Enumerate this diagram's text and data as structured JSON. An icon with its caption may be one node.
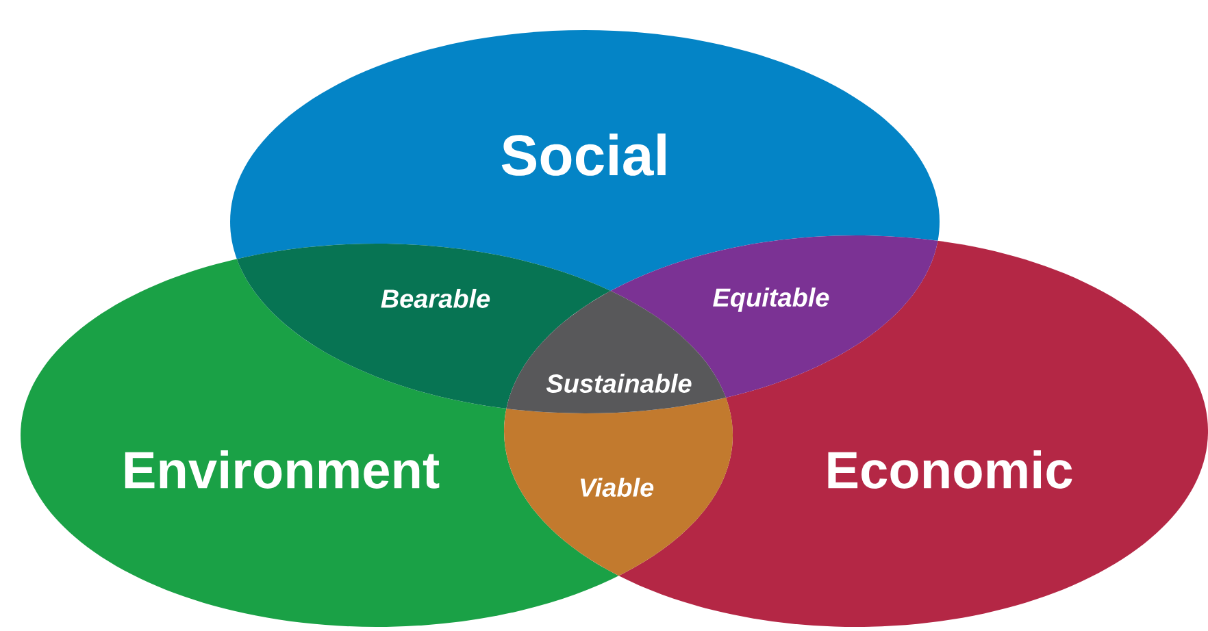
{
  "diagram": {
    "nodes": [
      {
        "text": [
          "Social"
        ]
      },
      {
        "text": [
          "Bearable"
        ]
      },
      {
        "text": [
          "Equitable"
        ]
      },
      {
        "text": [
          "Sustainable"
        ]
      },
      {
        "text": [
          "Environment"
        ]
      },
      {
        "text": [
          "Viable"
        ]
      },
      {
        "text": [
          "Economic"
        ]
      }
    ]
  }
}
